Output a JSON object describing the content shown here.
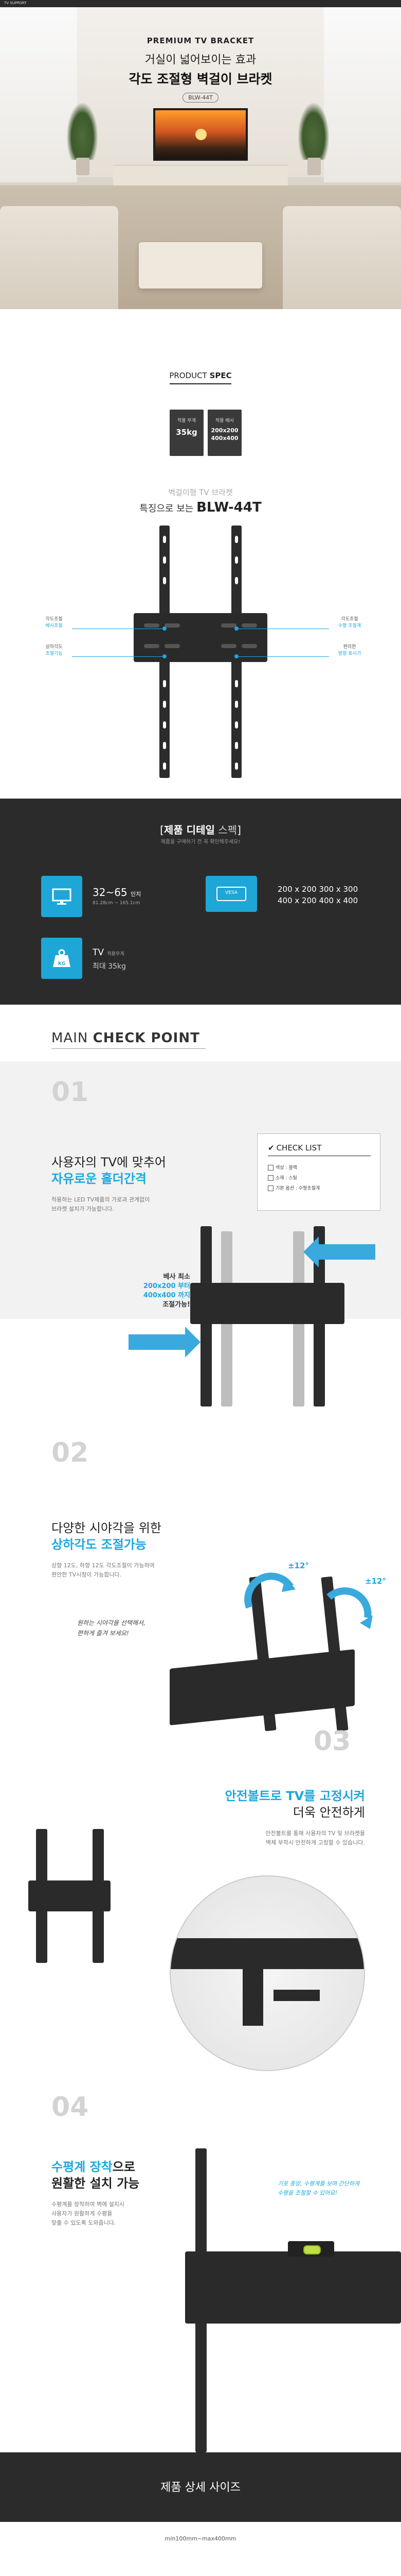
{
  "hero": {
    "topbar": "TV SUPPORT",
    "title_en": "PREMIUM TV BRACKET",
    "title_ko1": "거실이 넓어보이는 효과",
    "title_ko2": "각도 조절형 벽걸이 브라켓",
    "model": "BLW-44T"
  },
  "spec": {
    "heading_thin": "PRODUCT",
    "heading_bold": "SPEC",
    "box1_label": "적용 무게",
    "box1_value": "35kg",
    "box2_label": "적용 베사",
    "box2_value1": "200x200",
    "box2_value2": "400x400",
    "sub1": "벽걸이형 TV 브라켓",
    "sub2_prefix": "특징으로 보는",
    "sub2_model": "BLW-44T",
    "callouts": {
      "left1_a": "각도조절",
      "left1_b": "베사조절",
      "left2_a": "상하각도",
      "left2_b": "조절기능",
      "right1_a": "각도조절",
      "right1_b": "수평 조절계",
      "right2_a": "편리한",
      "right2_b": "방향 표시기"
    }
  },
  "detail": {
    "title_open": "[",
    "title_bold": "제품 디테일",
    "title_thin": "스펙",
    "title_close": "]",
    "subtitle": "제품을 구매하기 전 꼭 확인해주세요!",
    "size_value": "32~65",
    "size_unit": "인치",
    "size_sub": "81.28cm ~ 165.1cm",
    "vesa_badge": "VESA",
    "vesa_line1": "200 x 200  300 x 300",
    "vesa_line2": "400 x 200  400 x 400",
    "weight_icon_text": "KG",
    "weight_label": "TV",
    "weight_label_sm": "적용무게",
    "weight_value": "최대 35kg"
  },
  "check": {
    "title_thin": "MAIN",
    "title_bold": "CHECK POINT",
    "s1_num": "01",
    "s1_h1": "사용자의 TV에 맞추어",
    "s1_h2": "자유로운 홀더간격",
    "s1_p1": "적용하는 LED TV제품의 가로과 관계없이",
    "s1_p2": "브라켓 설치가 가능합니다.",
    "checklist_title": "CHECK LIST",
    "checklist_items": [
      "색상 : 블랙",
      "소재 : 스틸",
      "기본 옵션 : 수평조절계"
    ],
    "s1_hot1": "베사 최소",
    "s1_hot2": "200x200 부터",
    "s1_hot3": "400x400 까지",
    "s1_hot4": "조절가능!",
    "s2_num": "02",
    "s2_h1": "다양한 시야각을 위한",
    "s2_h2": "상하각도 조절가능",
    "s2_p1": "상향 12도, 하향 12도 각도조절이 가능하여",
    "s2_p2": "편안한 TV시청이 가능합니다.",
    "s2_rot1": "±12°",
    "s2_rot2": "±12°",
    "s2_hand1": "원하는 시야각을 선택해서,",
    "s2_hand2": "편하게 즐겨 보세요!",
    "s3_num": "03",
    "s3_h1": "안전볼트로 TV를 고정시켜",
    "s3_h2": "더욱 안전하게",
    "s3_p1": "안전볼트를 통해 사용자의 TV 및 브라켓을",
    "s3_p2": "벽체 부착시 안전하게 고정할 수 있습니다.",
    "s4_num": "04",
    "s4_h1_blue": "수평계 장착",
    "s4_h1_rest": "으로",
    "s4_h2": "원활한 설치 가능",
    "s4_p1": "수평계를 장착하여 벽에 설치시",
    "s4_p2": "사용자가 원활하게 수평을",
    "s4_p3": "맞출 수 있도록 도와줍니다.",
    "s4_hand1": "기포 중앙, 수평계를 보며 간단하게",
    "s4_hand2": "수평을 조절할 수 있어요!"
  },
  "size": {
    "title": "제품 상세 사이즈",
    "dim": "min100mm~max400mm"
  },
  "colors": {
    "accent": "#1aa8e0",
    "dark": "#2b2b2b"
  }
}
